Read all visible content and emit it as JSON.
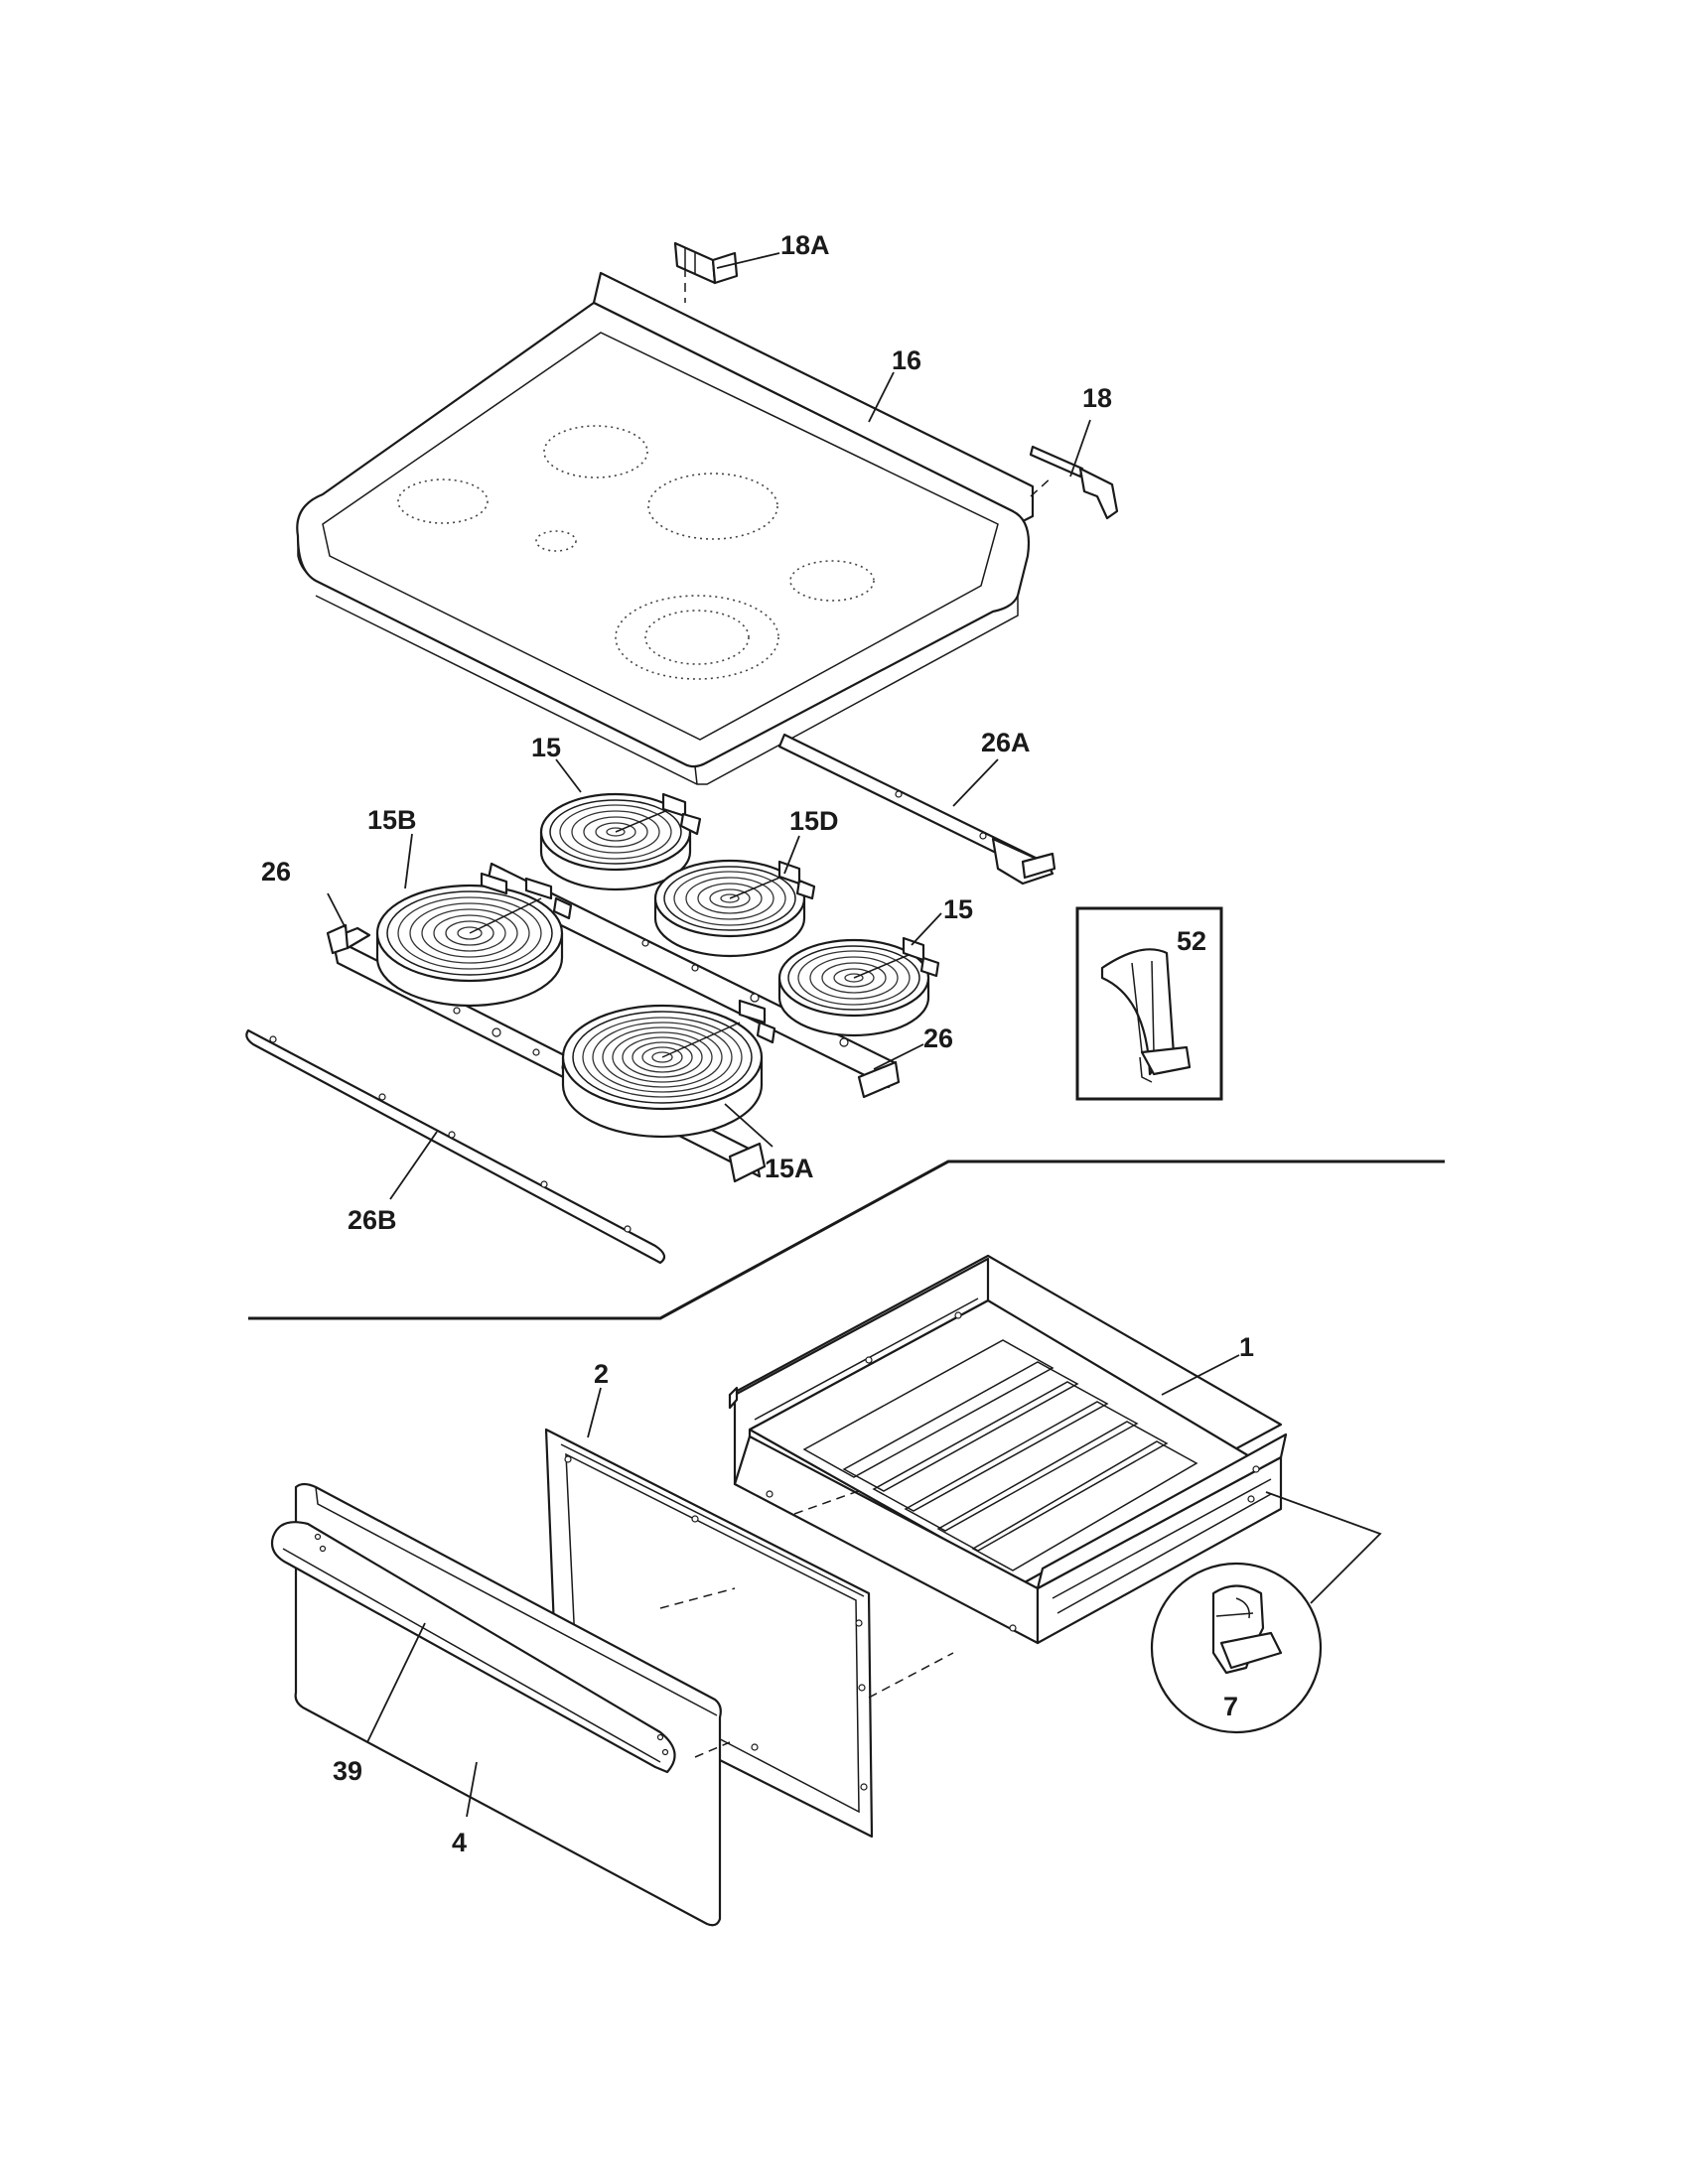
{
  "diagram": {
    "labels": {
      "p18a": "18A",
      "p16": "16",
      "p18": "18",
      "p26a": "26A",
      "p15_top": "15",
      "p15d": "15D",
      "p15b": "15B",
      "p26_left": "26",
      "p15_right": "15",
      "p52": "52",
      "p26_right": "26",
      "p15a": "15A",
      "p26b": "26B",
      "p1": "1",
      "p2": "2",
      "p7": "7",
      "p39": "39",
      "p4": "4"
    }
  }
}
